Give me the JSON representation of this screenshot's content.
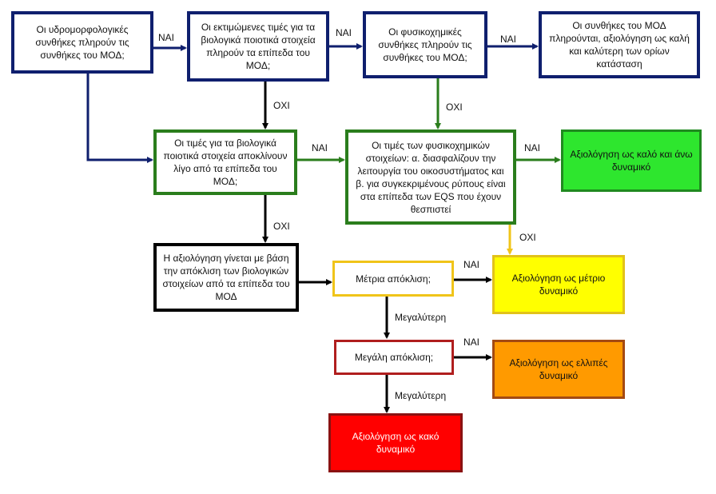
{
  "boxes": {
    "hydromorph": "Οι υδρομορφολογικές συνθήκες πληρούν τις συνθήκες του ΜΟΔ;",
    "bio_estimates": "Οι εκτιμώμενες τιμές για τα βιολογικά ποιοτικά στοιχεία πληρούν τα επίπεδα του ΜΟΔ;",
    "physchem": "Οι φυσικοχημικές συνθήκες πληρούν τις συνθήκες του ΜΟΔ;",
    "mod_met": "Οι συνθήκες του ΜΟΔ πληρούνται, αξιολόγηση ως καλή και καλύτερη των ορίων κατάσταση",
    "bio_slight": "Οι τιμές για τα βιολογικά ποιοτικά στοιχεία αποκλίνουν λίγο από τα επίπεδα του ΜΟΔ;",
    "physchem_values": "Οι τιμές των φυσικοχημικών στοιχείων: α. διασφαλίζουν την λειτουργία του οικοσυστήματος και β. για συγκεκριμένους ρύπους είναι στα επίπεδα των EQS που έχουν θεσπιστεί",
    "good_above": "Αξιολόγηση ως καλό και άνω δυναμικό",
    "deviation_based": "Η αξιολόγηση γίνεται με βάση την απόκλιση των βιολογικών στοιχείων από τα επίπεδα του ΜΟΔ",
    "moderate_q": "Μέτρια απόκλιση;",
    "moderate_res": "Αξιολόγηση ως μέτριο δυναμικό",
    "major_q": "Μεγάλη απόκλιση;",
    "poor_res": "Αξιολόγηση ως ελλιπές δυναμικό",
    "bad_res": "Αξιολόγηση ως κακό δυναμικό"
  },
  "labels": {
    "yes": "ΝΑΙ",
    "no": "ΟΧΙ",
    "greater": "Μεγαλύτερη"
  },
  "colors": {
    "navy": "#0f1f6e",
    "green": "#2a7d1c",
    "black": "#000000",
    "yellow": "#f0c419",
    "darkred": "#b01e1e"
  }
}
